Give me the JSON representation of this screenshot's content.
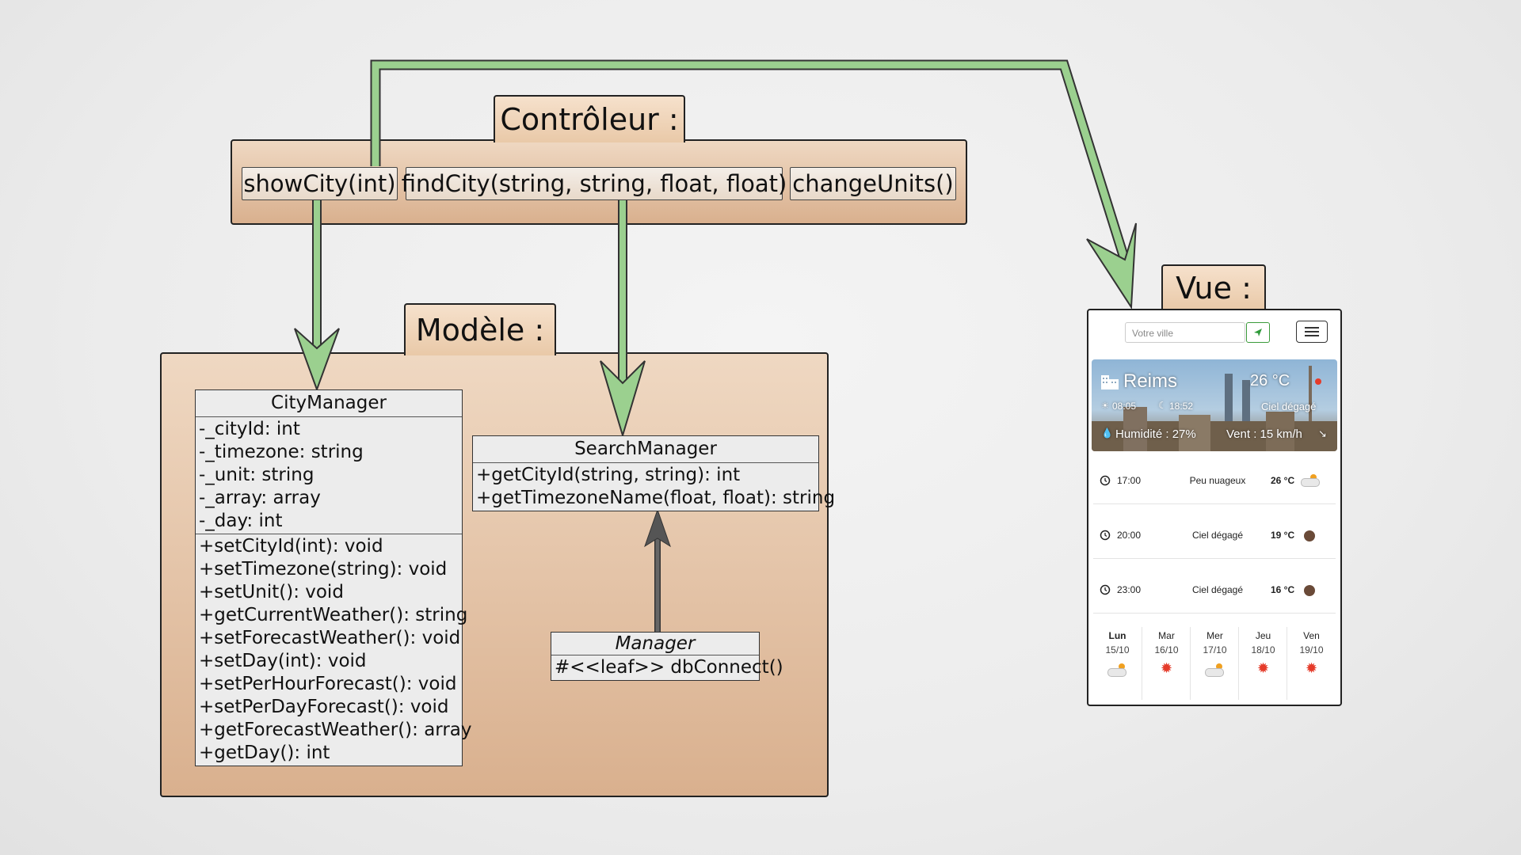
{
  "controller": {
    "title": "Contrôleur :",
    "methods": [
      "showCity(int)",
      "findCity(string, string, float, float)",
      "changeUnits()"
    ]
  },
  "model": {
    "title": "Modèle :",
    "city_manager": {
      "name": "CityManager",
      "attributes": [
        "-_cityId: int",
        "-_timezone: string",
        "-_unit: string",
        "-_array: array",
        "-_day: int"
      ],
      "methods": [
        "+setCityId(int): void",
        "+setTimezone(string): void",
        "+setUnit(): void",
        "+getCurrentWeather(): string",
        "+setForecastWeather(): void",
        "+setDay(int): void",
        "+setPerHourForecast(): void",
        "+setPerDayForecast(): void",
        "+getForecastWeather(): array",
        "+getDay(): int"
      ]
    },
    "search_manager": {
      "name": "SearchManager",
      "methods": [
        "+getCityId(string, string): int",
        "+getTimezoneName(float, float): string"
      ]
    },
    "manager": {
      "name": "Manager",
      "methods": [
        "#<<leaf>> dbConnect()"
      ]
    }
  },
  "view": {
    "title": "Vue :",
    "app": {
      "search_placeholder": "Votre ville",
      "city": "Reims",
      "temperature": "26 °C",
      "condition": "Ciel dégagé",
      "sunrise": "08:05",
      "sunset": "18:52",
      "humidity": "Humidité : 27%",
      "wind": "Vent : 15 km/h",
      "hourly": [
        {
          "time": "17:00",
          "desc": "Peu nuageux",
          "temp": "26 °C",
          "icon": "partly-cloudy-icon"
        },
        {
          "time": "20:00",
          "desc": "Ciel dégagé",
          "temp": "19 °C",
          "icon": "night-clear-icon"
        },
        {
          "time": "23:00",
          "desc": "Ciel dégagé",
          "temp": "16 °C",
          "icon": "night-clear-icon"
        }
      ],
      "daily": [
        {
          "day": "Lun",
          "date": "15/10",
          "icon": "partly-cloudy-icon"
        },
        {
          "day": "Mar",
          "date": "16/10",
          "icon": "sun-icon"
        },
        {
          "day": "Mer",
          "date": "17/10",
          "icon": "partly-cloudy-icon"
        },
        {
          "day": "Jeu",
          "date": "18/10",
          "icon": "sun-icon"
        },
        {
          "day": "Ven",
          "date": "19/10",
          "icon": "sun-icon"
        }
      ]
    }
  },
  "colors": {
    "arrow_green": "#9bd08f",
    "panel": "#e3c0a0",
    "arrow_gray": "#555555"
  }
}
